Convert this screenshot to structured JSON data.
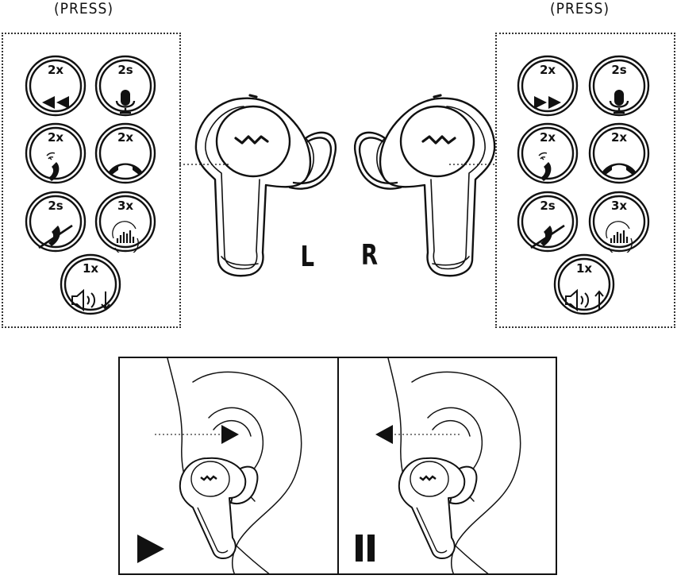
{
  "left": {
    "press_label": "(PRESS)",
    "side_label": "L",
    "buttons": [
      {
        "id": "prev-track",
        "count": "2x",
        "icon": "rewind-icon"
      },
      {
        "id": "voice-assistant",
        "count": "2s",
        "icon": "microphone-icon"
      },
      {
        "id": "answer-call",
        "count": "2x",
        "icon": "phone-ring-icon"
      },
      {
        "id": "end-call",
        "count": "2x",
        "icon": "hang-up-icon"
      },
      {
        "id": "reject-call",
        "count": "2s",
        "icon": "phone-reject-icon"
      },
      {
        "id": "eq-mode",
        "count": "3x",
        "icon": "equalizer-cycle-icon"
      },
      {
        "id": "volume-down",
        "count": "1x",
        "icon": "volume-down-icon"
      }
    ]
  },
  "right": {
    "press_label": "(PRESS)",
    "side_label": "R",
    "buttons": [
      {
        "id": "next-track",
        "count": "2x",
        "icon": "fast-forward-icon"
      },
      {
        "id": "voice-assistant",
        "count": "2s",
        "icon": "microphone-icon"
      },
      {
        "id": "answer-call",
        "count": "2x",
        "icon": "phone-ring-icon"
      },
      {
        "id": "end-call",
        "count": "2x",
        "icon": "hang-up-icon"
      },
      {
        "id": "reject-call",
        "count": "2s",
        "icon": "phone-reject-icon"
      },
      {
        "id": "eq-mode",
        "count": "3x",
        "icon": "equalizer-cycle-icon"
      },
      {
        "id": "volume-up",
        "count": "1x",
        "icon": "volume-up-icon"
      }
    ]
  },
  "bottom_panels": [
    {
      "id": "insert",
      "state_icon": "play-icon",
      "arrow_direction": "in"
    },
    {
      "id": "remove",
      "state_icon": "pause-icon",
      "arrow_direction": "out"
    }
  ]
}
